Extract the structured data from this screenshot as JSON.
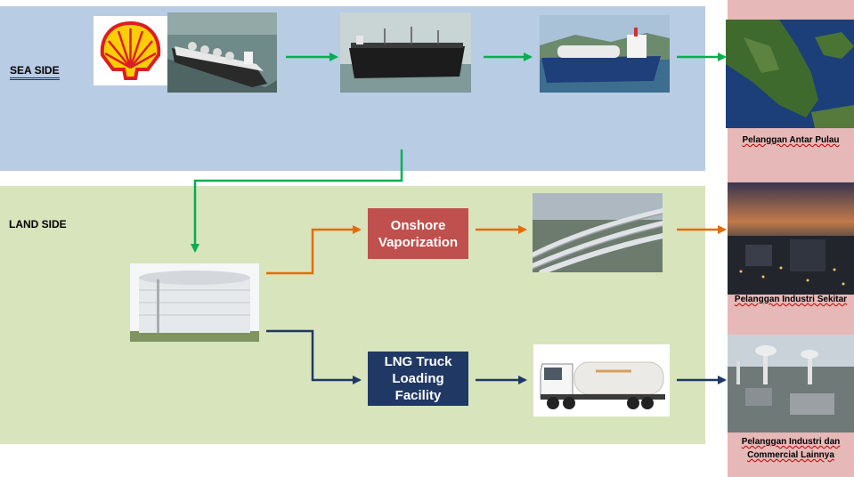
{
  "sides": {
    "sea": "SEA SIDE",
    "land": "LAND SIDE"
  },
  "processes": {
    "onshore": "Onshore Vaporization",
    "truck": "LNG Truck Loading Facility"
  },
  "customers": {
    "inter_island": "Pelanggan Antar Pulau",
    "industry_nearby": "Pelanggan Industri Sekitar",
    "industry_commercial": "Pelanggan Industri dan Commercial Lainnya"
  },
  "colors": {
    "sea_band": "#b8cce4",
    "land_band": "#d8e4bc",
    "customer_band": "#e6b8b7",
    "green_arrow": "#00b050",
    "orange_arrow": "#e36c09",
    "navy_arrow": "#1f3864",
    "onshore_box": "#c0504d",
    "truck_box": "#1f3864"
  },
  "icons": [
    "shell-logo-icon",
    "lng-carrier-icon",
    "fsru-vessel-icon",
    "lng-bunker-vessel-icon",
    "map-icon",
    "lng-storage-tank-icon",
    "pipeline-icon",
    "lng-truck-icon",
    "industrial-night-icon",
    "industrial-area-icon"
  ]
}
